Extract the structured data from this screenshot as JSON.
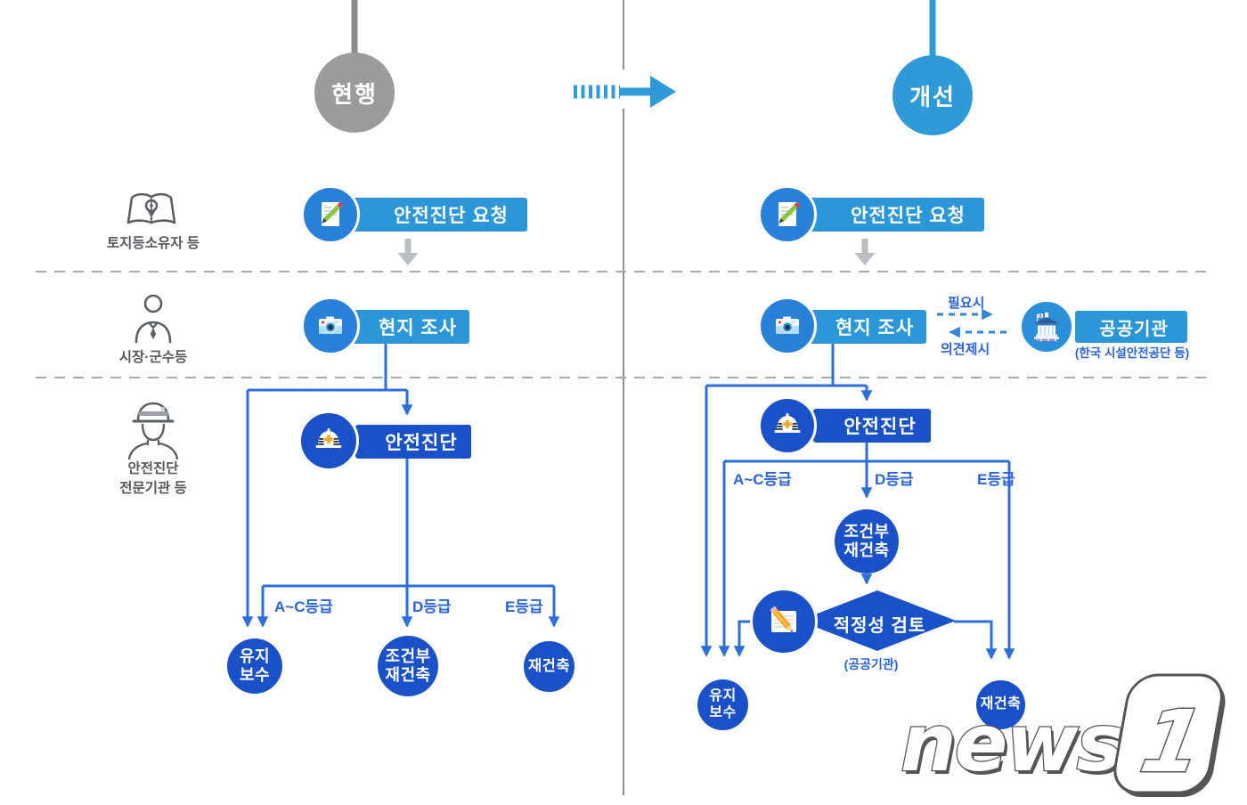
{
  "header": {
    "current": "현행",
    "improved": "개선"
  },
  "actors": {
    "owner": "토지등소유자 등",
    "mayor": "시장·군수등",
    "agency_line1": "안전진단",
    "agency_line2": "전문기관 등"
  },
  "left": {
    "request": "안전진단 요청",
    "survey": "현지 조사",
    "diagnosis": "안전진단",
    "grade_ac": "A~C등급",
    "grade_d": "D등급",
    "grade_e": "E등급",
    "maintain1": "유지",
    "maintain2": "보수",
    "cond1": "조건부",
    "cond2": "재건축",
    "rebuild": "재건축"
  },
  "right": {
    "request": "안전진단 요청",
    "survey": "현지 조사",
    "diagnosis": "안전진단",
    "need": "필요시",
    "opinion": "의견제시",
    "org": "공공기관",
    "org_sub": "(한국 시설안전공단 등)",
    "grade_ac": "A~C등급",
    "grade_d": "D등급",
    "grade_e": "E등급",
    "cond1": "조건부",
    "cond2": "재건축",
    "review": "적정성 검토",
    "review_sub": "(공공기관)",
    "maintain1": "유지",
    "maintain2": "보수",
    "rebuild": "재건축"
  },
  "watermark": {
    "word": "news",
    "digit": "1"
  },
  "colors": {
    "light_blue": "#2B97D8",
    "icon_blue": "#2980D8",
    "dark_blue": "#1B51C8",
    "line_blue": "#2C6FDC",
    "label_blue": "#2B63D8",
    "gray": "#9B9B9B"
  }
}
